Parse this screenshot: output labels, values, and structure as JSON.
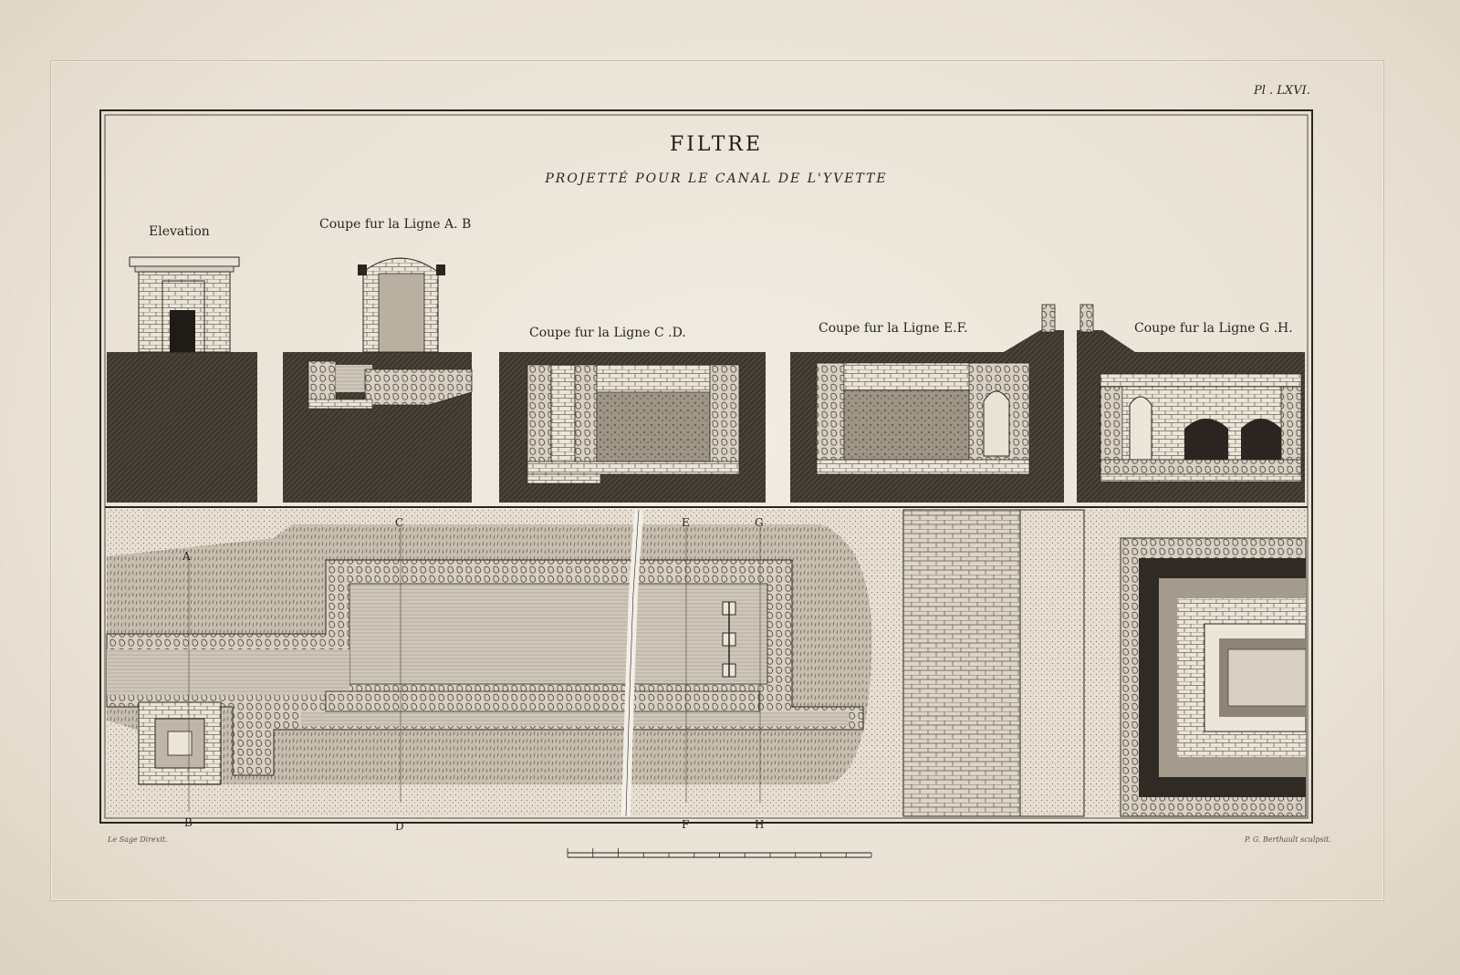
{
  "plate": {
    "number": "Pl . LXVI.",
    "title": "FILTRE",
    "subtitle": "PROJETTÉ POUR LE CANAL DE L'YVETTE"
  },
  "views": {
    "elevation": "Elevation",
    "section_ab": "Coupe fur la Ligne A. B",
    "section_cd": "Coupe fur la Ligne C .D.",
    "section_ef": "Coupe fur la Ligne E.F.",
    "section_gh": "Coupe fur la Ligne G .H."
  },
  "plan_letters": {
    "a": "A",
    "b": "B",
    "c": "C",
    "d": "D",
    "e": "E",
    "f": "F",
    "g": "G",
    "h": "H"
  },
  "credits": {
    "left": "Le Sage Direxit.",
    "right": "P. G. Berthault sculpsit."
  },
  "colors": {
    "paper": "#ece6da",
    "ink": "#2a2520",
    "ground": "#3a342d",
    "water": "#c9c0b2"
  }
}
